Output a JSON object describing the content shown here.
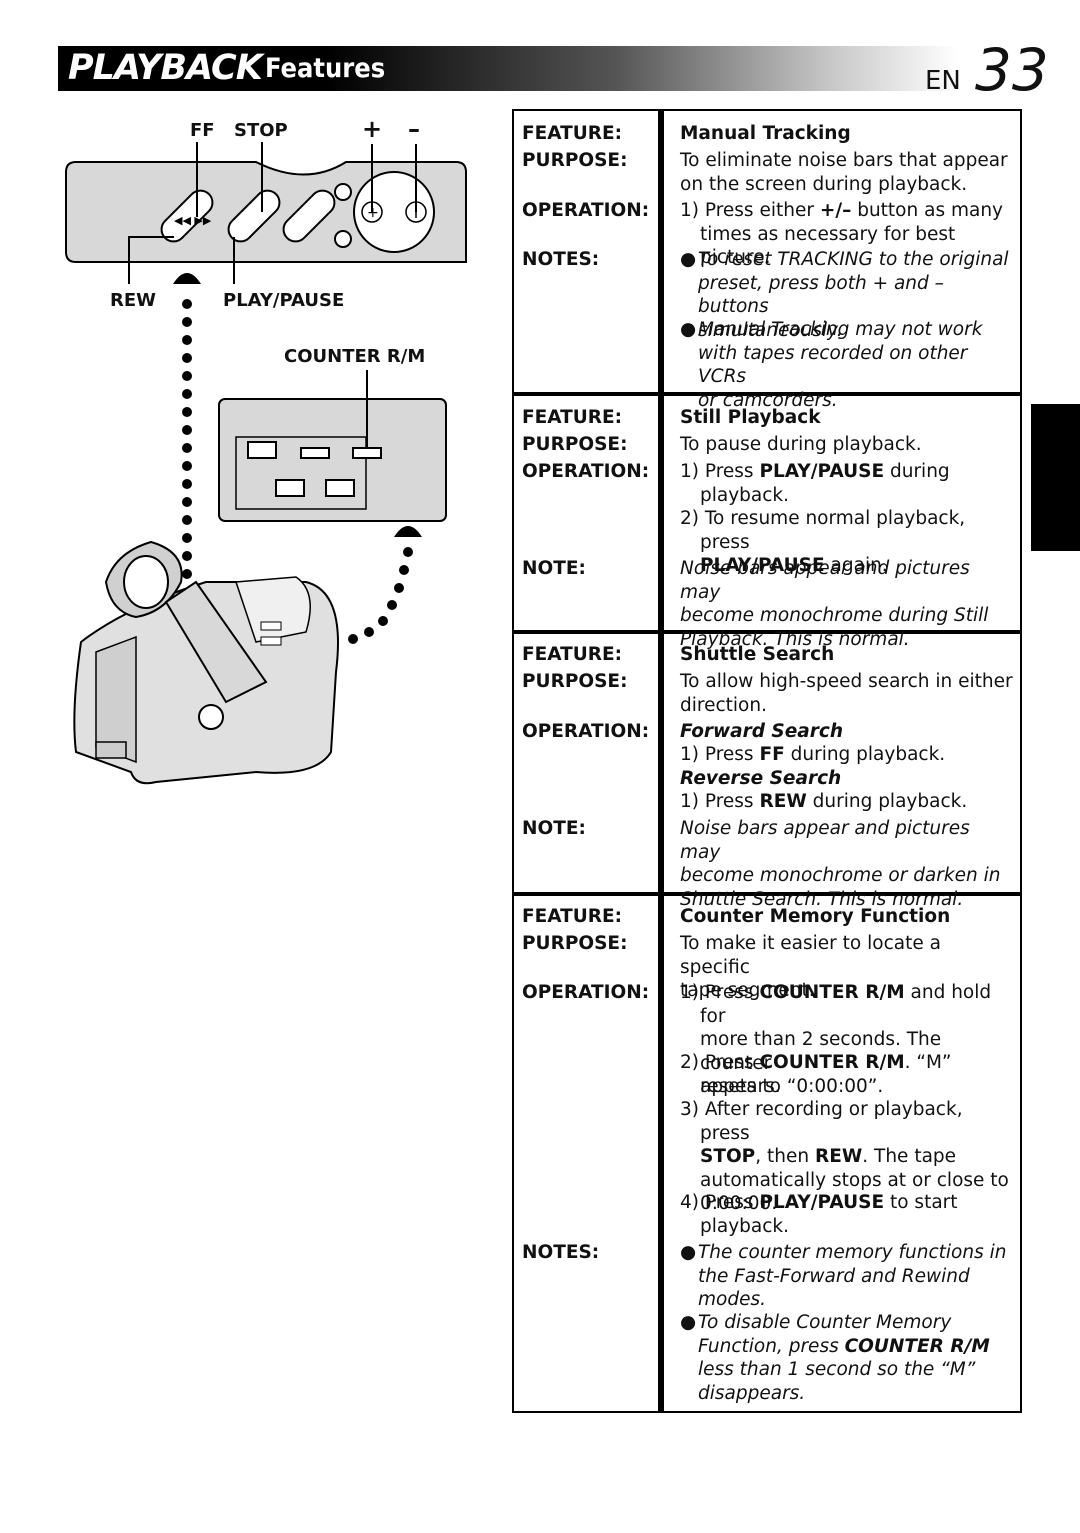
{
  "header": {
    "title_main": "PLAYBACK",
    "title_sub": "Features",
    "lang": "EN",
    "page_number": "33"
  },
  "illustration": {
    "labels": {
      "ff": "FF",
      "stop": "STOP",
      "plus": "+",
      "minus": "–",
      "rew": "REW",
      "play_pause": "PLAY/PAUSE",
      "counter": "COUNTER R/M"
    }
  },
  "labels": {
    "feature": "FEATURE:",
    "purpose": "PURPOSE:",
    "operation": "OPERATION:",
    "notes": "NOTES:",
    "note": "NOTE:"
  },
  "features": [
    {
      "name": "Manual Tracking",
      "purpose": [
        "To eliminate noise bars that appear",
        "on the screen during playback."
      ],
      "operation": [
        [
          "1) Press either ",
          "+/–",
          " button as many",
          "times as necessary for best picture."
        ]
      ],
      "notes": [
        [
          "To reset TRACKING to the original",
          "preset, press both + and – buttons",
          "simultaneously."
        ],
        [
          "Manual Tracking may not work",
          "with tapes recorded on other VCRs",
          "or camcorders."
        ]
      ]
    },
    {
      "name": "Still Playback",
      "purpose": [
        "To pause during playback."
      ],
      "step1": [
        "1) Press ",
        "PLAY/PAUSE",
        " during",
        "playback."
      ],
      "step2": [
        "2) To resume normal playback, press",
        "PLAY/PAUSE",
        " again."
      ],
      "note": [
        "Noise bars appear and pictures may",
        "become monochrome during Still",
        "Playback. This is normal."
      ]
    },
    {
      "name": "Shuttle Search",
      "purpose": [
        "To allow high-speed search in either",
        "direction."
      ],
      "forward_title": "Forward Search",
      "forward_step": [
        "1) Press ",
        "FF",
        " during playback."
      ],
      "reverse_title": "Reverse Search",
      "reverse_step": [
        "1) Press ",
        "REW",
        " during playback."
      ],
      "note": [
        "Noise bars appear and pictures may",
        "become monochrome or darken in",
        "Shuttle Search. This is normal."
      ]
    },
    {
      "name": "Counter Memory Function",
      "purpose": [
        "To make it easier to locate a specific",
        "tape segment."
      ],
      "step1": [
        "1) Press ",
        "COUNTER R/M",
        " and hold for",
        "more than 2 seconds. The counter",
        "resets to “0:00:00”."
      ],
      "step2": [
        "2) Press ",
        "COUNTER R/M",
        ". “M”",
        "appears."
      ],
      "step3": [
        "3) After recording or playback, press",
        "STOP",
        ", then ",
        "REW",
        ". The tape",
        "automatically stops at or close to",
        "0:00:00."
      ],
      "step4": [
        "4) Press ",
        "PLAY/PAUSE",
        " to start",
        "playback."
      ],
      "note1": [
        "The counter memory functions in",
        "the Fast-Forward and Rewind",
        "modes."
      ],
      "note2": [
        "To disable Counter Memory",
        "Function, press ",
        "COUNTER R/M",
        "less than 1 second so the “M”",
        "disappears."
      ]
    }
  ],
  "bullet": "●"
}
